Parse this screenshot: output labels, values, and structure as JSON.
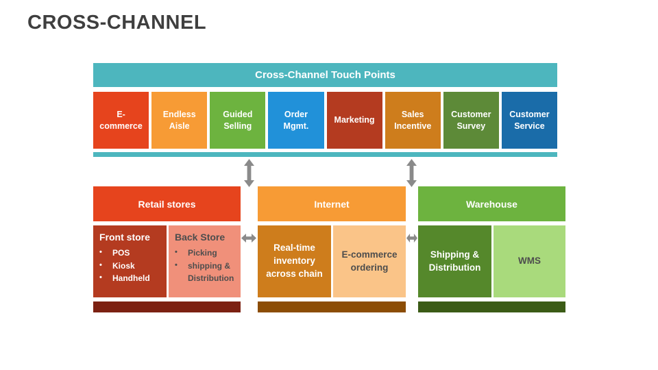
{
  "title": "CROSS-CHANNEL",
  "banner": {
    "label": "Cross-Channel Touch Points",
    "color": "#4DB6BE"
  },
  "touch_points": [
    {
      "label": "E-commerce",
      "color": "#E6441D"
    },
    {
      "label": "Endless Aisle",
      "color": "#F79B35"
    },
    {
      "label": "Guided Selling",
      "color": "#6DB33F"
    },
    {
      "label": "Order Mgmt.",
      "color": "#2191D9"
    },
    {
      "label": "Marketing",
      "color": "#B43B20"
    },
    {
      "label": "Sales Incentive",
      "color": "#CE7D1C"
    },
    {
      "label": "Customer Survey",
      "color": "#5D8A38"
    },
    {
      "label": "Customer Service",
      "color": "#1A6CA9"
    }
  ],
  "sections": [
    {
      "header": "Retail stores",
      "header_color": "#E6441D",
      "bar_color": "#7C2112",
      "cards": [
        {
          "title": "Front store",
          "color": "#B43B20",
          "text_color": "#FFFFFF",
          "bullets": [
            "POS",
            "Kiosk",
            "Handheld"
          ]
        },
        {
          "title": "Back Store",
          "color": "#F0907A",
          "text_color": "#4D4D4D",
          "bullets": [
            "Picking",
            "shipping & Distribution"
          ]
        }
      ]
    },
    {
      "header": "Internet",
      "header_color": "#F79B35",
      "bar_color": "#8C4D05",
      "cards": [
        {
          "title": "Real-time inventory across chain",
          "color": "#CE7D1C",
          "text_color": "#FFFFFF",
          "bullets": []
        },
        {
          "title": "E-commerce ordering",
          "color": "#FAC488",
          "text_color": "#4D4D4D",
          "bullets": []
        }
      ]
    },
    {
      "header": "Warehouse",
      "header_color": "#6DB33F",
      "bar_color": "#3B5B16",
      "cards": [
        {
          "title": "Shipping & Distribution",
          "color": "#55882B",
          "text_color": "#FFFFFF",
          "bullets": []
        },
        {
          "title": "WMS",
          "color": "#A9DA7C",
          "text_color": "#4D4D4D",
          "bullets": []
        }
      ]
    }
  ],
  "bullet_marker": "•",
  "arrow_color": "#8A8A8A"
}
